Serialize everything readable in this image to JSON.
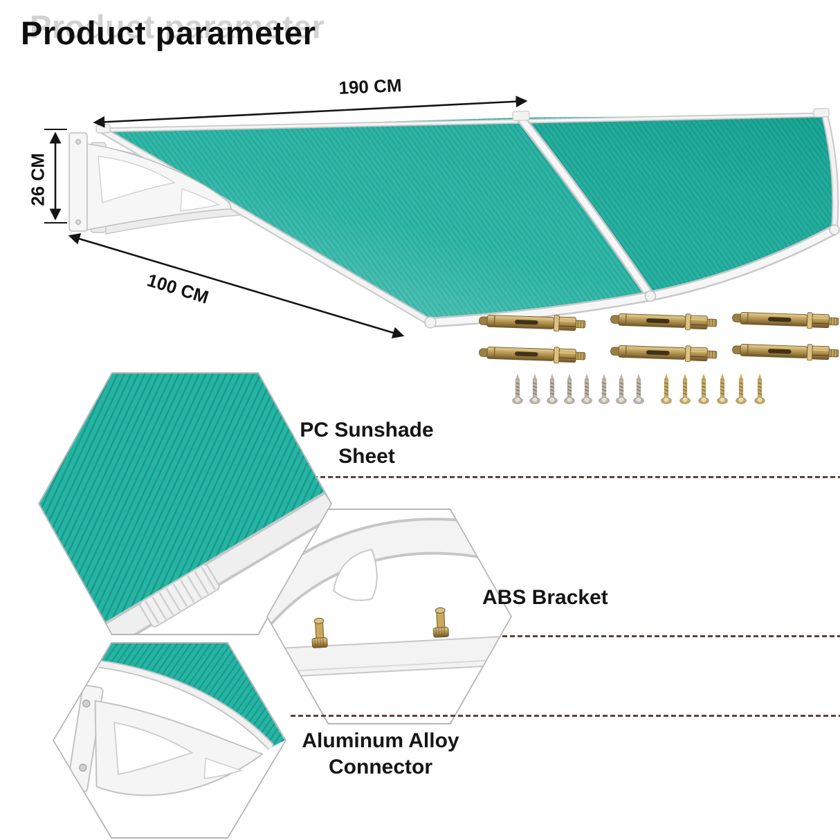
{
  "title": "Product parameter",
  "dimensions": {
    "width": "190 CM",
    "height": "26 CM",
    "depth": "100 CM"
  },
  "features": [
    {
      "label": "PC Sunshade Sheet"
    },
    {
      "label": "ABS Bracket"
    },
    {
      "label": "Aluminum Alloy Connector"
    }
  ],
  "hardware": {
    "expansion_bolts_count": 6,
    "screws_count": 14
  },
  "colors": {
    "canopy_teal": "#24b5a4",
    "canopy_teal_dark": "#1caf9e",
    "bracket_white": "#f5f5f5",
    "separator_brown": "#5b4334",
    "title_shadow_gray": "#d2d2d2",
    "bolt_gold": "#b2924f"
  }
}
